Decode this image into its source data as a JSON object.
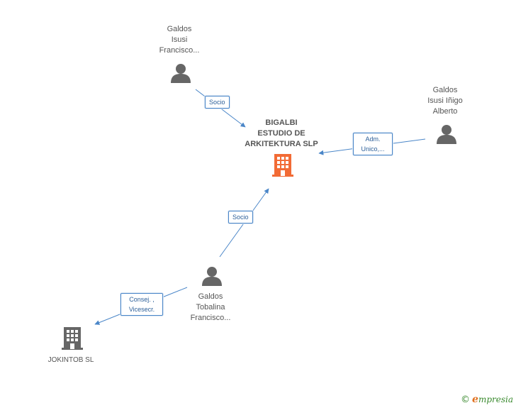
{
  "nodes": {
    "center": {
      "label": "BIGALBI\nESTUDIO DE\nARKITEKTURA SLP",
      "color": "#f26b35"
    },
    "person_top": {
      "label": "Galdos\nIsusi\nFrancisco..."
    },
    "person_right": {
      "label": "Galdos\nIsusi Iñigo\nAlberto"
    },
    "person_bottom": {
      "label": "Galdos\nTobalina\nFrancisco..."
    },
    "company_jokintob": {
      "label": "JOKINTOB SL"
    }
  },
  "edges": {
    "top_to_center": {
      "label": "Socio"
    },
    "right_to_center": {
      "label": "Adm.\nUnico,..."
    },
    "bottom_to_center": {
      "label": "Socio"
    },
    "bottom_to_jokintob": {
      "label": "Consej. ,\nVicesecr."
    }
  },
  "colors": {
    "edge": "#4a86c8",
    "icon": "#666666",
    "accent": "#f26b35"
  },
  "brand": {
    "copyright": "©",
    "name": "mpresia",
    "initial": "e"
  }
}
